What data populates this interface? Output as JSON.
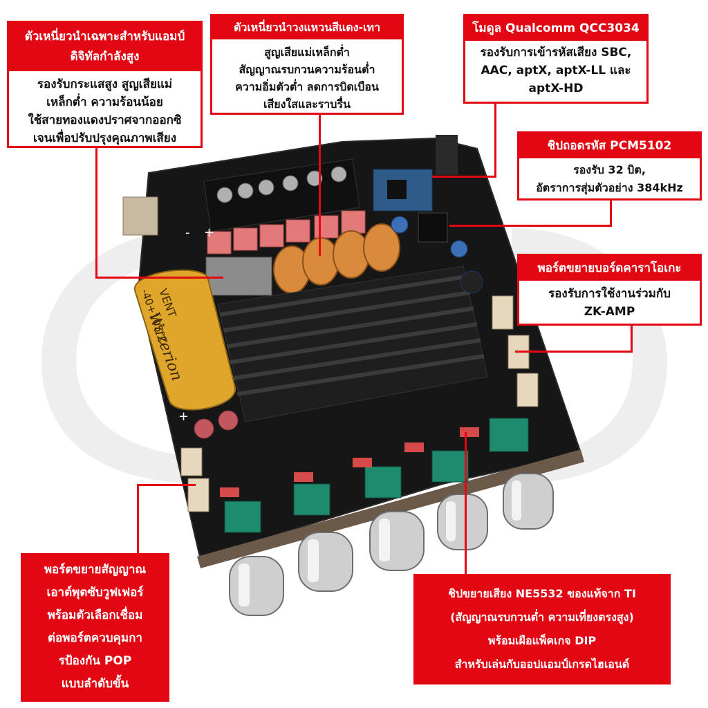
{
  "image": {
    "subject": "Amplifier board product image with Thai feature callouts",
    "colors": {
      "accent": "#e30613",
      "pcb": "#161616",
      "heatsink": "#1b1b1b",
      "capacitor": "#e0a52b",
      "coil": "#d98a3a",
      "knob": "#c9c9c9",
      "terminal": "#ef8a8a"
    }
  },
  "callouts": {
    "amp_inductor": {
      "title": "ตัวเหนี่ยวนำเฉพาะสำหรับแอมป์ดิจิทัลกำลังสูง",
      "lines": [
        "รองรับกระแสสูง สูญเสียแม่",
        "เหล็กต่ำ ความร้อนน้อย",
        "ใช้สายทองแดงปราศจากออกซิ",
        "เจนเพื่อปรับปรุงคุณภาพเสียง"
      ]
    },
    "ring_inductor": {
      "title": "ตัวเหนี่ยวนำวงแหวนสีแดง-เทา",
      "lines": [
        "สูญเสียแม่เหล็กต่ำ",
        "สัญญาณรบกวนความร้อนต่ำ",
        "ความอิ่มตัวต่ำ ลดการบิดเบือน",
        "เสียงใสและราบรื่น"
      ]
    },
    "qualcomm": {
      "title": "โมดูล Qualcomm QCC3034",
      "lines": [
        "รองรับการเข้ารหัสเสียง SBC,",
        "AAC, aptX, aptX-LL และ",
        "aptX-HD"
      ]
    },
    "pcm5102": {
      "title": "ชิปถอดรหัส PCM5102",
      "lines": [
        "รองรับ 32 บิต,",
        "อัตราการสุ่มตัวอย่าง 384kHz"
      ]
    },
    "karaoke": {
      "title": "พอร์ตขยายบอร์ดคาราโอเกะ",
      "lines": [
        "รองรับการใช้งานร่วมกับ",
        "ZK-AMP"
      ]
    },
    "subwoofer": {
      "lines": [
        "พอร์ตขยายสัญญาณ",
        "เอาต์พุตซับวูฟเฟอร์",
        "พร้อมตัวเลือกเชื่อม",
        "ต่อพอร์ตควบคุมกา",
        "รป้องกัน POP",
        "แบบลำดับขั้น"
      ]
    },
    "ne5532": {
      "lines": [
        "ชิปขยายเสียง NE5532 ของแท้จาก TI",
        "(สัญญาณรบกวนต่ำ ความเที่ยงตรงสูง)",
        "พร้อมเผือแพ็คเกจ DIP",
        "สำหรับเล่นกับออปแอมป์เกรดไฮเอนด์"
      ]
    }
  },
  "board": {
    "capacitor_text": [
      "Wazerion",
      "VENT",
      "-40+105°C"
    ],
    "polarity": [
      "-",
      "+",
      "+"
    ]
  }
}
